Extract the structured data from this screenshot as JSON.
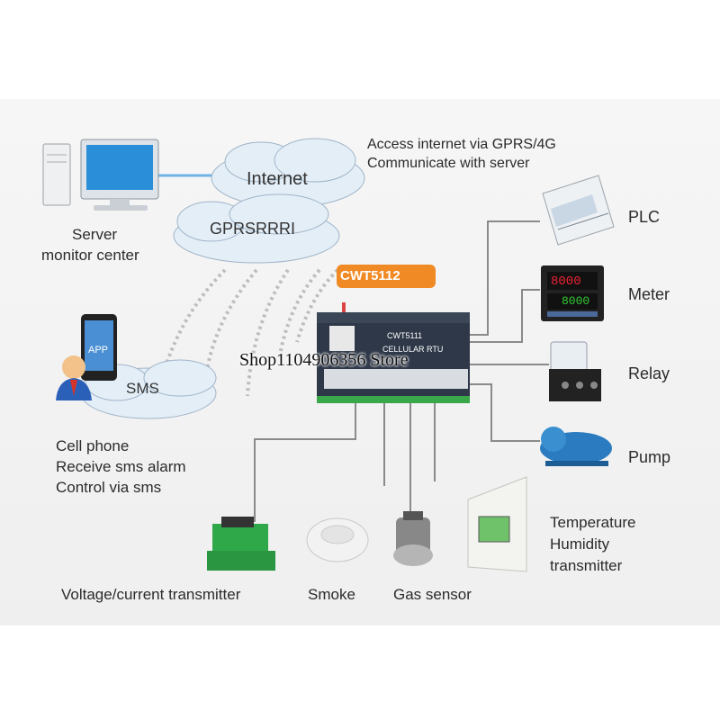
{
  "header": {
    "access_line1": "Access internet via GPRS/4G",
    "access_line2": "Communicate with server"
  },
  "clouds": {
    "internet": "Internet",
    "gprs": "GPRSRRRI",
    "sms": "SMS"
  },
  "server": {
    "line1": "Server",
    "line2": "monitor center"
  },
  "device": {
    "tag": "CWT5112",
    "model": "CWT5111",
    "subtitle": "CELLULAR RTU"
  },
  "phone": {
    "screen": "APP"
  },
  "cellphone": {
    "line1": "Cell phone",
    "line2": "Receive sms alarm",
    "line3": "Control via sms"
  },
  "right_devices": {
    "plc": "PLC",
    "meter": "Meter",
    "relay": "Relay",
    "pump": "Pump"
  },
  "meter_display": {
    "top": "8000",
    "bottom": "8000"
  },
  "bottom_devices": {
    "voltage": "Voltage/current transmitter",
    "smoke": "Smoke",
    "gas": "Gas sensor",
    "temp_line1": "Temperature",
    "temp_line2": "Humidity",
    "temp_line3": "transmitter"
  },
  "watermark": "Shop1104906356 Store",
  "colors": {
    "cloud_fill": "#e4eef7",
    "device_body": "#2e3848",
    "tag_orange": "#f08a24",
    "line_gray": "#8a8a8a",
    "monitor_blue": "#2a8fd8",
    "green_module": "#2fa84a"
  }
}
